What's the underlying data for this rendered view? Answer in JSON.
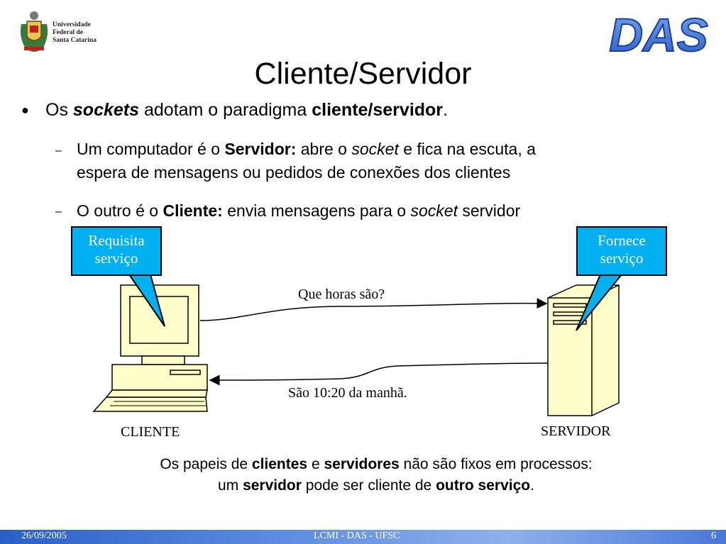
{
  "logo_ufsc": {
    "lines": [
      "Universidade",
      "Federal de",
      "Santa Catarina"
    ]
  },
  "logo_das": {
    "text": "DAS"
  },
  "title": "Cliente/Servidor",
  "bullet": {
    "pre": "Os ",
    "em": "sockets",
    "mid": " adotam o paradigma ",
    "bold": "cliente/servidor",
    "end": "."
  },
  "sub1": {
    "pre": "Um computador é o ",
    "bold": "Servidor:",
    "mid": "  abre o ",
    "em": "socket",
    "post": " e fica na escuta, a",
    "line2": "espera de mensagens ou pedidos de conexões dos clientes"
  },
  "sub2": {
    "pre": "O outro é o  ",
    "bold": "Cliente:",
    "mid": " envia mensagens para o ",
    "em": "socket",
    "post": " servidor"
  },
  "diagram": {
    "callout_left": [
      "Requisita",
      "serviço"
    ],
    "callout_right": [
      "Fornece",
      "serviço"
    ],
    "request_msg": "Que horas são?",
    "response_msg": "São 10:20 da manhã.",
    "client_label": "CLIENTE",
    "server_label": "SERVIDOR"
  },
  "note": {
    "l1_a": "Os papeis de ",
    "l1_b": "clientes",
    "l1_c": " e ",
    "l1_d": "servidores",
    "l1_e": " não são fixos em processos:",
    "l2_a": "um ",
    "l2_b": "servidor",
    "l2_c": " pode ser cliente de ",
    "l2_d": "outro serviço",
    "l2_e": "."
  },
  "footer": {
    "date": "26/09/2005",
    "center": "LCMI - DAS - UFSC",
    "page": "6"
  },
  "colors": {
    "callout": "#00b0f0",
    "computer_fill": "#ffffcc",
    "footer": "#2a5fc6"
  }
}
